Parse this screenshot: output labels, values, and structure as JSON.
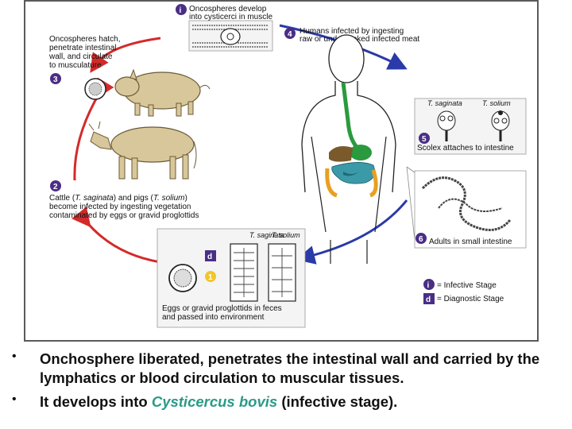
{
  "diagram": {
    "stage_top_line1": "Oncospheres develop",
    "stage_top_line2": "into cysticerci in muscle",
    "stage3_lines": [
      "Oncospheres hatch,",
      "penetrate intestinal",
      "wall, and circulate",
      "to musculature"
    ],
    "stage4_lines": [
      "Humans infected by ingesting",
      "raw or undercooked infected meat"
    ],
    "stage2_line1_a": "Cattle (",
    "stage2_line1_b": "T. saginata",
    "stage2_line1_c": ") and pigs (",
    "stage2_line1_d": "T. solium",
    "stage2_line1_e": ")",
    "stage2_line2": "become infected by ingesting vegetation",
    "stage2_line3": "contaminated by eggs or gravid proglottids",
    "scolex_label_saginata": "T. saginata",
    "scolex_label_solium": "T. solium",
    "stage5_label": "Scolex attaches to intestine",
    "stage6_label": "Adults in small intestine",
    "eggs_label_saginata": "T. saginata",
    "eggs_label_solium": "T. solium",
    "eggs_lines": [
      "Eggs or gravid proglottids in feces",
      "and passed into environment"
    ],
    "legend_infective": "= Infective Stage",
    "legend_diagnostic": "= Diagnostic Stage",
    "badge_1": "1",
    "badge_2": "2",
    "badge_3": "3",
    "badge_4": "4",
    "badge_5": "5",
    "badge_6": "6",
    "badge_i": "i",
    "badge_d": "d",
    "colors": {
      "cycle_red": "#d42a2a",
      "cycle_blue": "#2a3aa8",
      "badge_purple": "#4a2e86",
      "yellow_badge": "#f2c629",
      "gut_green": "#2a9a3e",
      "liver_brown": "#7a5a2a",
      "intestine_teal": "#3a9aa8",
      "animal_fill": "#d8c79a"
    }
  },
  "bullets": [
    {
      "text": "Onchosphere liberated, penetrates the intestinal wall and carried by the lymphatics or blood circulation to muscular tissues."
    },
    {
      "text_before": "It develops into ",
      "text_highlight": "Cysticercus bovis",
      "text_after": " (infective stage)."
    }
  ]
}
